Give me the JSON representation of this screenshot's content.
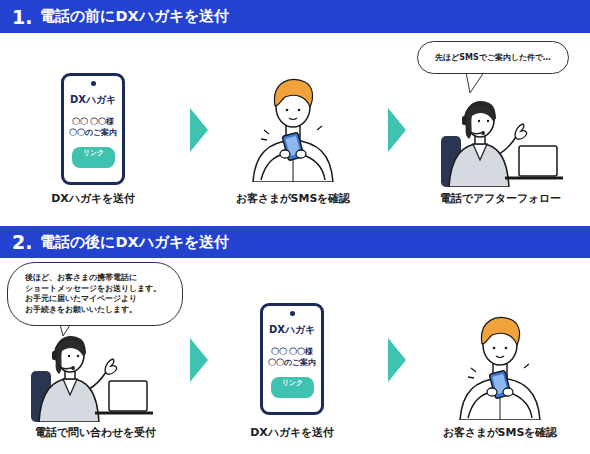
{
  "diagram": {
    "nodes": [
      {
        "text": [
          "1.",
          "電話の前にDXハガキを送付"
        ]
      },
      {
        "text": [
          "DXハガキ",
          "〇〇 〇〇様",
          "〇〇のご案内"
        ]
      },
      {
        "text": [
          "リンク"
        ],
        "in": 1
      },
      {
        "text": [
          "先ほどSMSでご案内した件で…"
        ]
      },
      {
        "text": [
          "2.",
          "電話の後にDXハガキを送付"
        ]
      },
      {
        "text": [
          "後ほど、お客さまの携帯電話に ショートメッセージをお送りします。 お手元に届いたマイページより お手続きをお願いいたします。"
        ]
      },
      {
        "text": [
          "DXハガキ",
          "〇〇 〇〇様",
          "〇〇のご案内"
        ]
      },
      {
        "text": [
          "リンク"
        ],
        "in": 6
      }
    ],
    "labels": [
      "DXハガキを送付",
      "お客さまがSMSを確認",
      "電話でアフターフォロー",
      "電話で問い合わせを受付",
      "DXハガキを送付",
      "お客さまがSMSを確認"
    ]
  }
}
